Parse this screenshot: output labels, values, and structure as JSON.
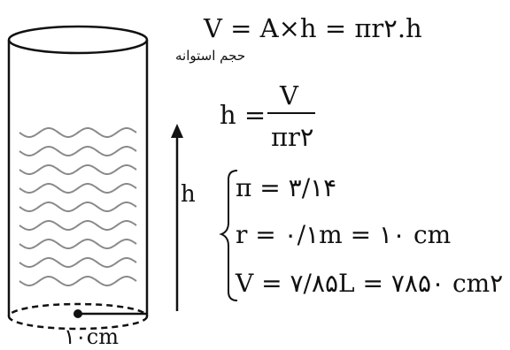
{
  "diagram": {
    "volume_formula": "V = A×h = πr۲.h",
    "volume_caption": "حجم استوانه",
    "height_formula_lhs": "h =",
    "height_formula_num": "V",
    "height_formula_den": "πr۲",
    "height_label": "h",
    "radius_label": "۱۰cm",
    "given": [
      "π = ۳/۱۴",
      "r = ۰/۱m = ۱۰ cm",
      "V = ۷/۸۵L = ۷۸۵۰ cm۲"
    ]
  },
  "colors": {
    "ink": "#111111",
    "wave": "#8a8a8a"
  }
}
